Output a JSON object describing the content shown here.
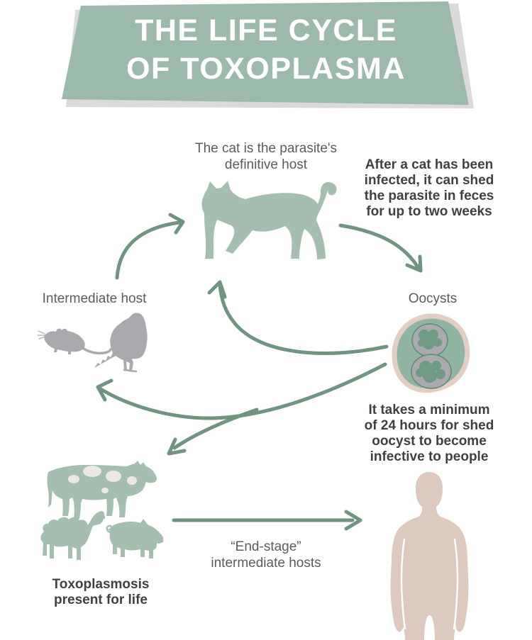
{
  "title": {
    "line1": "THE LIFE CYCLE",
    "line2": "OF TOXOPLASMA"
  },
  "nodes": {
    "cat": {
      "caption_line1": "The cat is the parasite's",
      "caption_line2": "definitive host",
      "icon": "cat-silhouette"
    },
    "intermediate_host": {
      "label": "Intermediate host",
      "icons": [
        "mouse-silhouette",
        "pigeon-silhouette"
      ]
    },
    "oocysts": {
      "label": "Oocysts",
      "icon": "oocyst-cell"
    },
    "farm_animals": {
      "caption_line1": "Toxoplasmosis",
      "caption_line2": "present for life",
      "icons": [
        "cow-silhouette",
        "sheep-silhouette",
        "pig-silhouette"
      ]
    },
    "human": {
      "icon": "human-silhouette"
    },
    "end_stage": {
      "line1": "“End-stage”",
      "line2": "intermediate hosts"
    }
  },
  "callouts": {
    "shedding": {
      "lines": [
        "After a cat has been",
        "infected, it can shed",
        "the parasite in feces",
        "for up to two weeks"
      ]
    },
    "infective": {
      "lines": [
        "It takes a minimum",
        "of 24 hours for shed",
        "oocyst to become",
        "infective to people"
      ]
    }
  },
  "colors": {
    "banner": "#9cbaac",
    "banner_shadow": "#d9dad9",
    "silhouette_green": "#a4bfb0",
    "arrow_green": "#6f9580",
    "silhouette_gray": "#a8aaad",
    "human_tan": "#ddc9bd",
    "text_dark": "#3f4042",
    "text_gray": "#5a5b5e",
    "title_text": "#ffffff",
    "oocyst_ring": "#e2cec2",
    "oocyst_fill": "#8fb5a2",
    "sporocyst_gray": "#a8aaad",
    "sporocyst_outline": "#5d8872",
    "sporocyst_blob": "#6f9a84",
    "cow_spot": "#eae9e5"
  }
}
